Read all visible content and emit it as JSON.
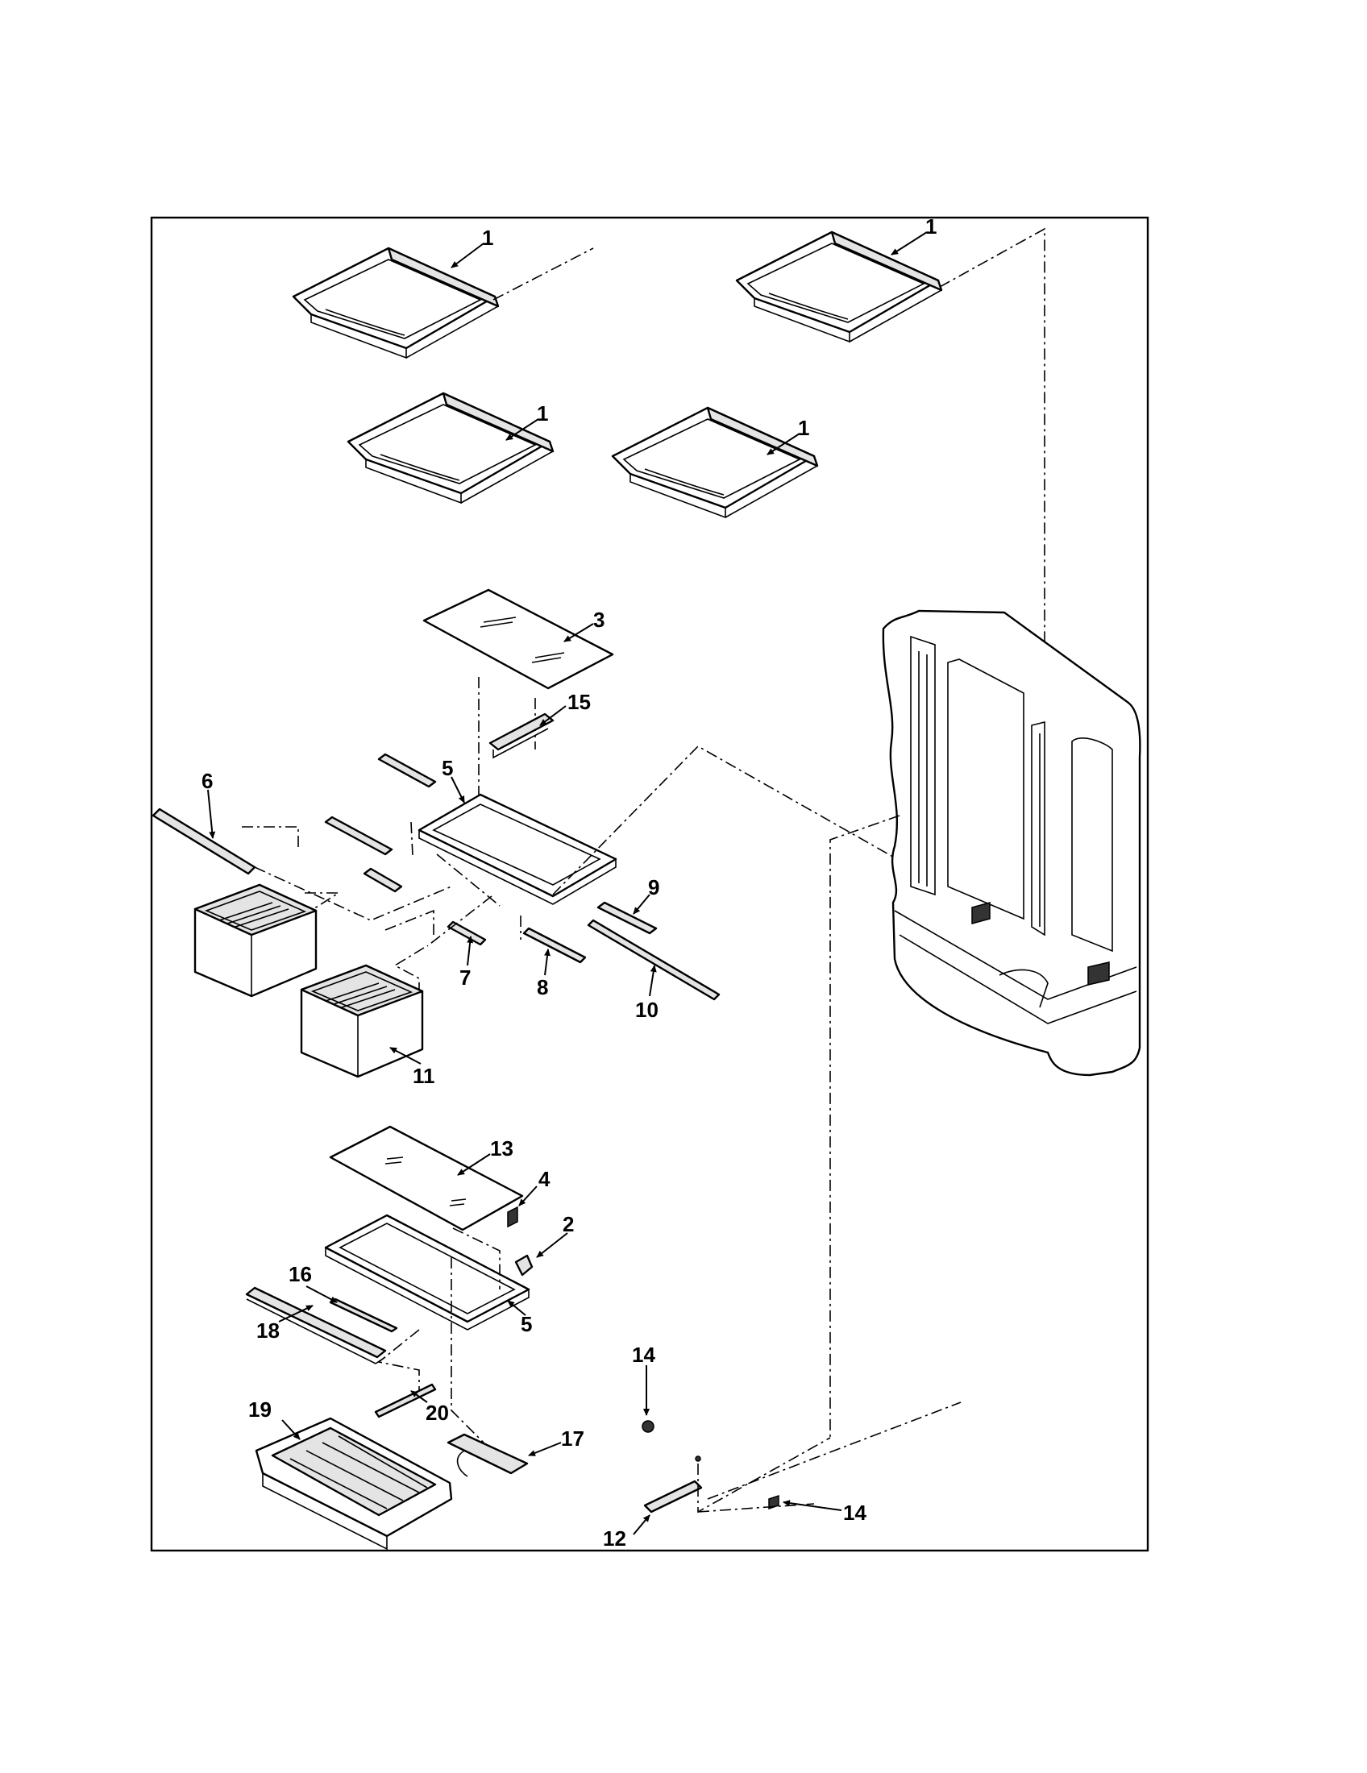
{
  "callouts": {
    "c1a": "1",
    "c1b": "1",
    "c1c": "1",
    "c1d": "1",
    "c2": "2",
    "c3": "3",
    "c4": "4",
    "c5a": "5",
    "c5b": "5",
    "c6": "6",
    "c7": "7",
    "c8": "8",
    "c9": "9",
    "c10": "10",
    "c11": "11",
    "c12": "12",
    "c13": "13",
    "c14a": "14",
    "c14b": "14",
    "c15": "15",
    "c16": "16",
    "c17": "17",
    "c18": "18",
    "c19": "19",
    "c20": "20"
  }
}
